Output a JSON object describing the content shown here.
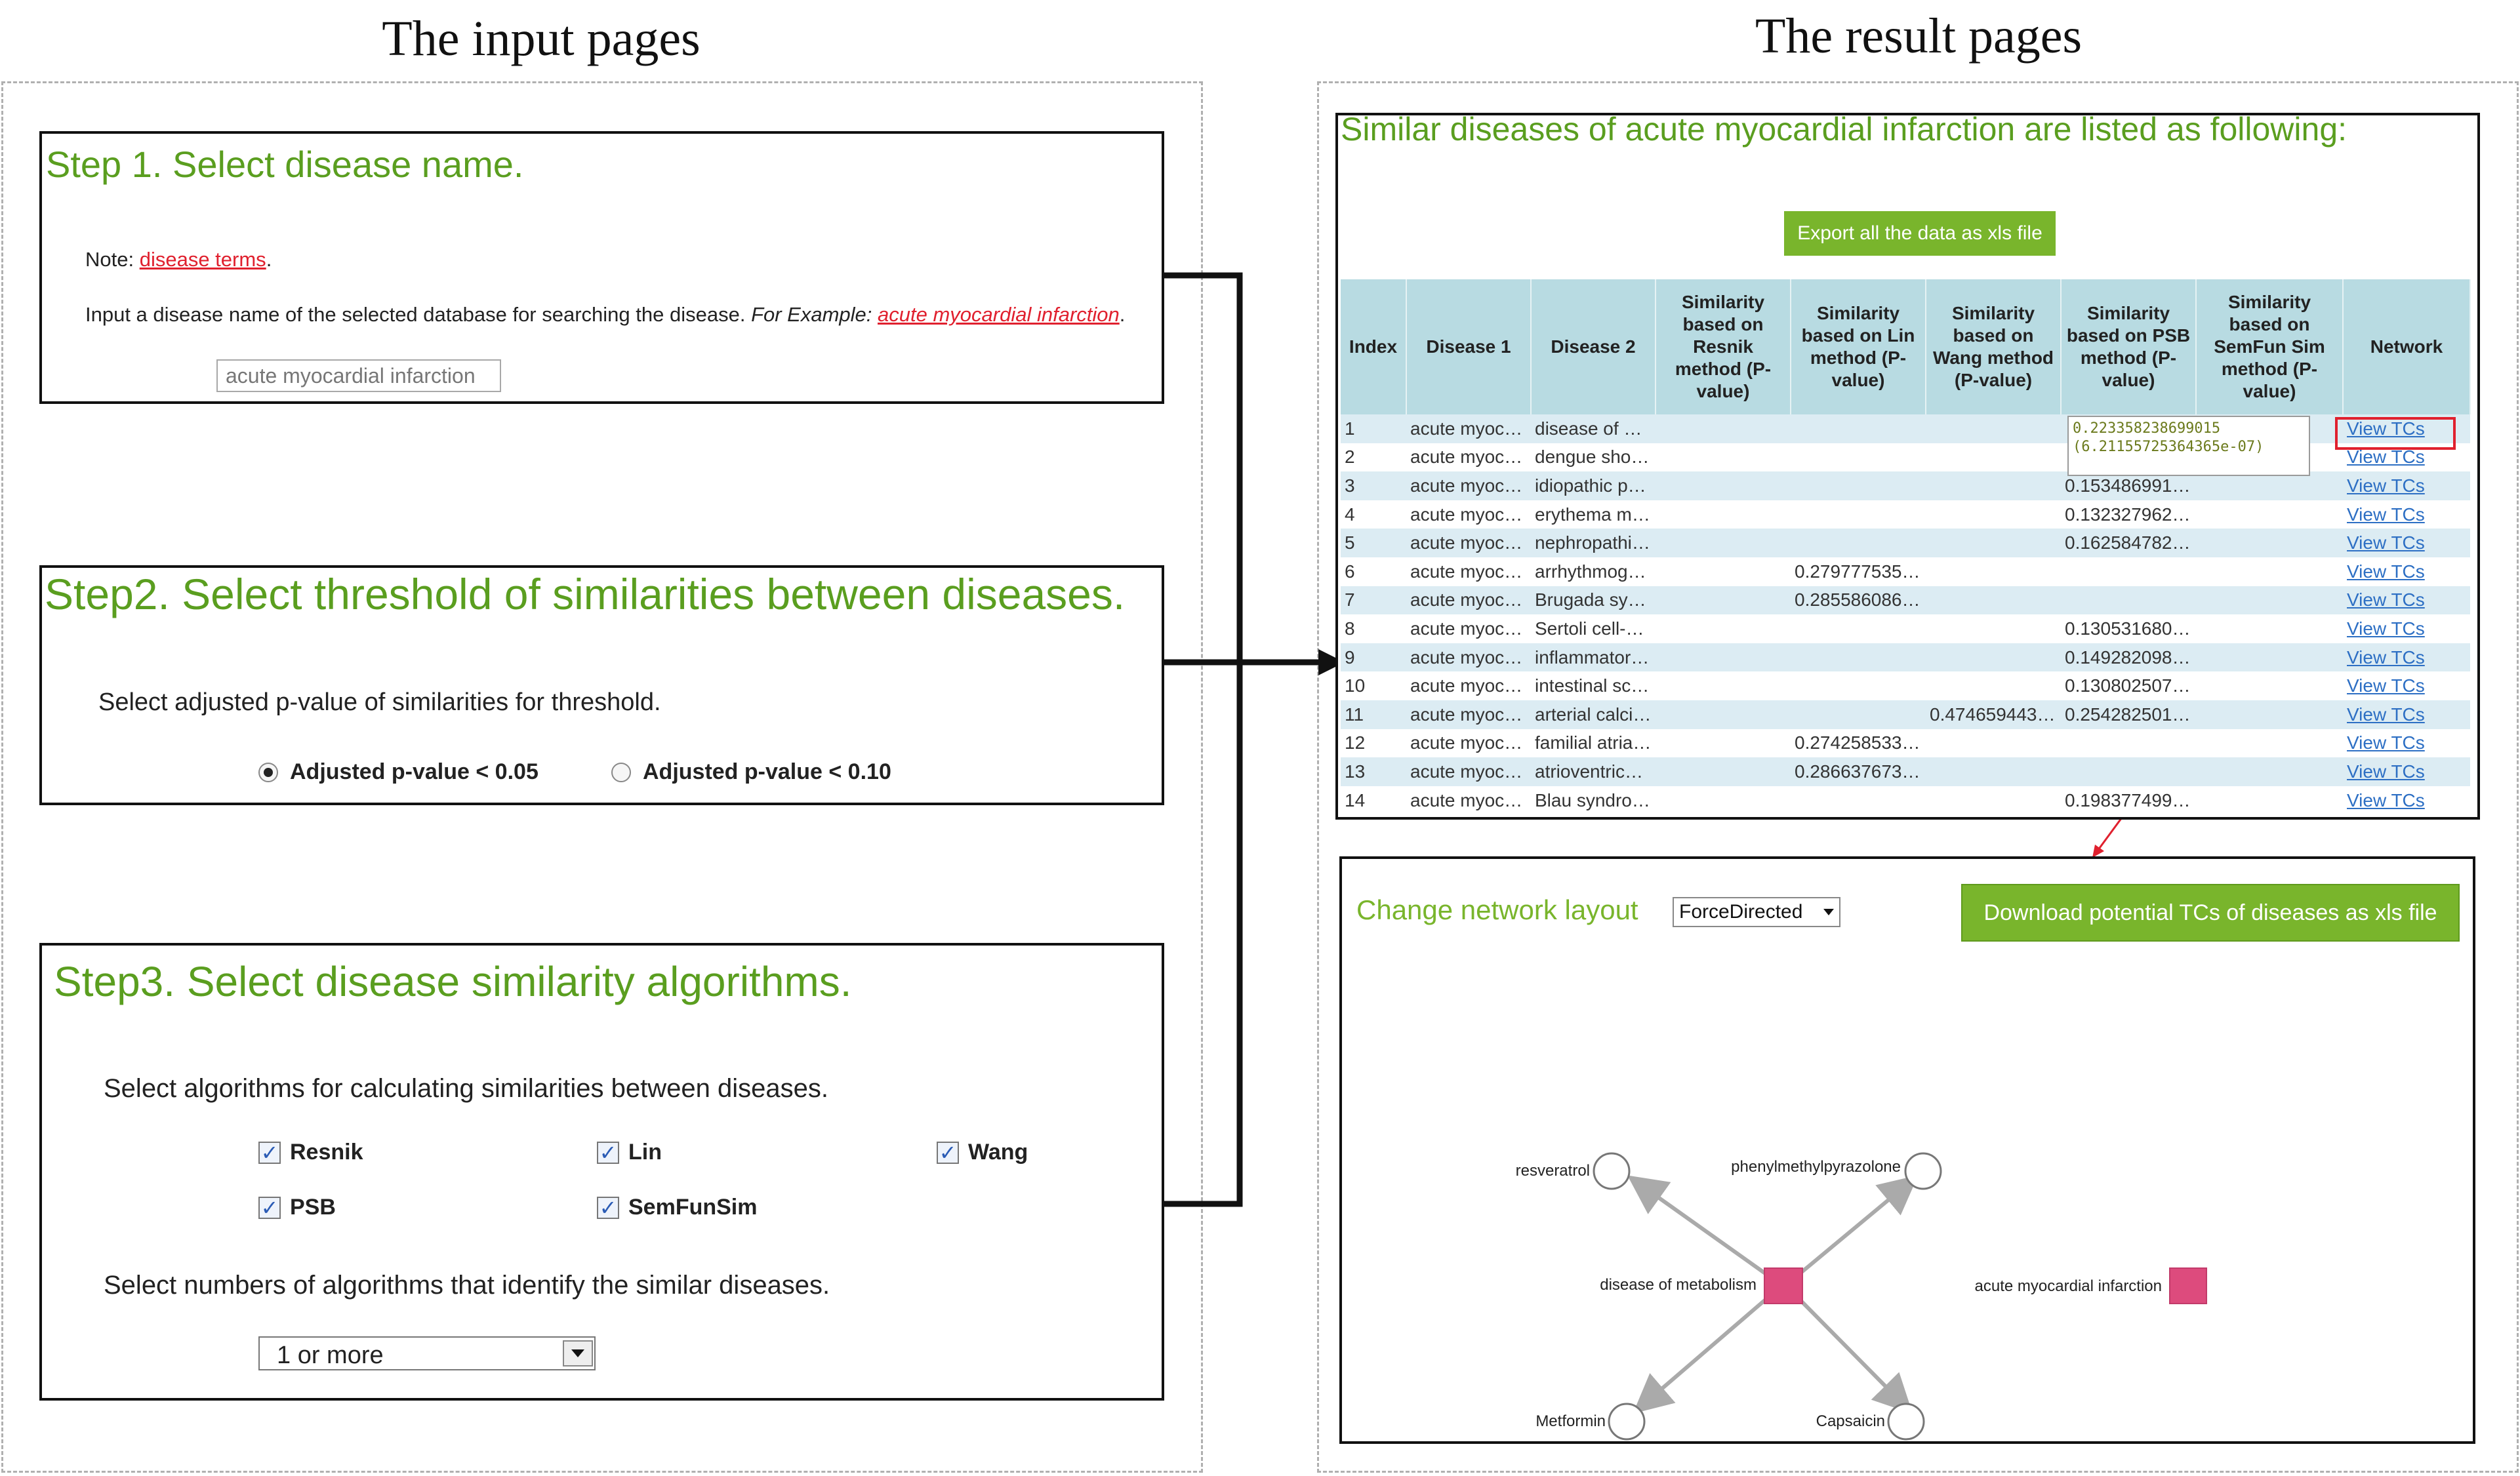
{
  "headings": {
    "input": "The input pages",
    "result": "The result pages"
  },
  "step1": {
    "title": "Step 1. Select disease name.",
    "note_label": "Note: ",
    "note_link": "disease terms",
    "note_period": ".",
    "instruction": "Input a disease name of the selected database for searching the disease. ",
    "example_label": "For Example: ",
    "example_link": "acute myocardial infarction",
    "example_period": ".",
    "input_value": "acute myocardial infarction"
  },
  "step2": {
    "title": "Step2. Select threshold of similarities between diseases.",
    "instruction": "Select adjusted p-value of similarities for threshold.",
    "options": [
      "Adjusted p-value < 0.05",
      "Adjusted p-value < 0.10"
    ],
    "selected_index": 0
  },
  "step3": {
    "title": "Step3. Select disease similarity algorithms.",
    "instruction": "Select algorithms for calculating similarities between diseases.",
    "algorithms": [
      {
        "label": "Resnik",
        "checked": true
      },
      {
        "label": "Lin",
        "checked": true
      },
      {
        "label": "Wang",
        "checked": true
      },
      {
        "label": "PSB",
        "checked": true
      },
      {
        "label": "SemFunSim",
        "checked": true
      }
    ],
    "numbers_instruction": "Select numbers of algorithms that identify the similar diseases.",
    "numbers_value": "1 or more"
  },
  "result": {
    "title": "Similar diseases of acute myocardial infarction are listed as following:",
    "export_button": "Export all the data as xls file",
    "columns": [
      "Index",
      "Disease 1",
      "Disease 2",
      "Similarity based on Resnik method (P-value)",
      "Similarity based on Lin method (P-value)",
      "Similarity based on Wang method (P-value)",
      "Similarity based on PSB method (P-value)",
      "Similarity based on SemFun Sim method (P-value)",
      "Network"
    ],
    "rows": [
      [
        "1",
        "acute myoc…",
        "disease of …",
        "",
        "",
        "",
        "",
        "",
        "View TCs"
      ],
      [
        "2",
        "acute myoc…",
        "dengue sho…",
        "",
        "",
        "",
        "",
        "",
        "View TCs"
      ],
      [
        "3",
        "acute myoc…",
        "idiopathic p…",
        "",
        "",
        "",
        "0.153486991…",
        "",
        "View TCs"
      ],
      [
        "4",
        "acute myoc…",
        "erythema m…",
        "",
        "",
        "",
        "0.132327962…",
        "",
        "View TCs"
      ],
      [
        "5",
        "acute myoc…",
        "nephropathi…",
        "",
        "",
        "",
        "0.162584782…",
        "",
        "View TCs"
      ],
      [
        "6",
        "acute myoc…",
        "arrhythmog…",
        "",
        "0.279777535…",
        "",
        "",
        "",
        "View TCs"
      ],
      [
        "7",
        "acute myoc…",
        "Brugada sy…",
        "",
        "0.285586086…",
        "",
        "",
        "",
        "View TCs"
      ],
      [
        "8",
        "acute myoc…",
        "Sertoli cell-…",
        "",
        "",
        "",
        "0.130531680…",
        "",
        "View TCs"
      ],
      [
        "9",
        "acute myoc…",
        "inflammator…",
        "",
        "",
        "",
        "0.149282098…",
        "",
        "View TCs"
      ],
      [
        "10",
        "acute myoc…",
        "intestinal sc…",
        "",
        "",
        "",
        "0.130802507…",
        "",
        "View TCs"
      ],
      [
        "11",
        "acute myoc…",
        "arterial calci…",
        "",
        "",
        "0.474659443…",
        "0.254282501…",
        "",
        "View TCs"
      ],
      [
        "12",
        "acute myoc…",
        "familial atria…",
        "",
        "0.274258533…",
        "",
        "",
        "",
        "View TCs"
      ],
      [
        "13",
        "acute myoc…",
        "atrioventric…",
        "",
        "0.286637673…",
        "",
        "",
        "",
        "View TCs"
      ],
      [
        "14",
        "acute myoc…",
        "Blau syndro…",
        "",
        "",
        "",
        "0.198377499…",
        "",
        "View TCs"
      ]
    ],
    "tooltip_lines": [
      "0.223358238699015",
      "(6.21155725364365e-07)"
    ]
  },
  "network": {
    "layout_label": "Change network layout",
    "layout_value": "ForceDirected",
    "download_button": "Download potential TCs of diseases as xls file",
    "nodes": {
      "center": "disease of metabolism",
      "top_left": "resveratrol",
      "top_right": "phenylmethylpyrazolone",
      "bottom_left": "Metformin",
      "bottom_right": "Capsaicin",
      "isolated": "acute myocardial infarction"
    }
  },
  "colors": {
    "heading_green": "#5a9e1f",
    "button_green": "#79b52c",
    "link_red": "#e0202e",
    "table_header": "#b8dbe2",
    "row_alt": "#dcecf3",
    "network_node": "#dd4b7d",
    "highlight_red": "#e0202e"
  }
}
